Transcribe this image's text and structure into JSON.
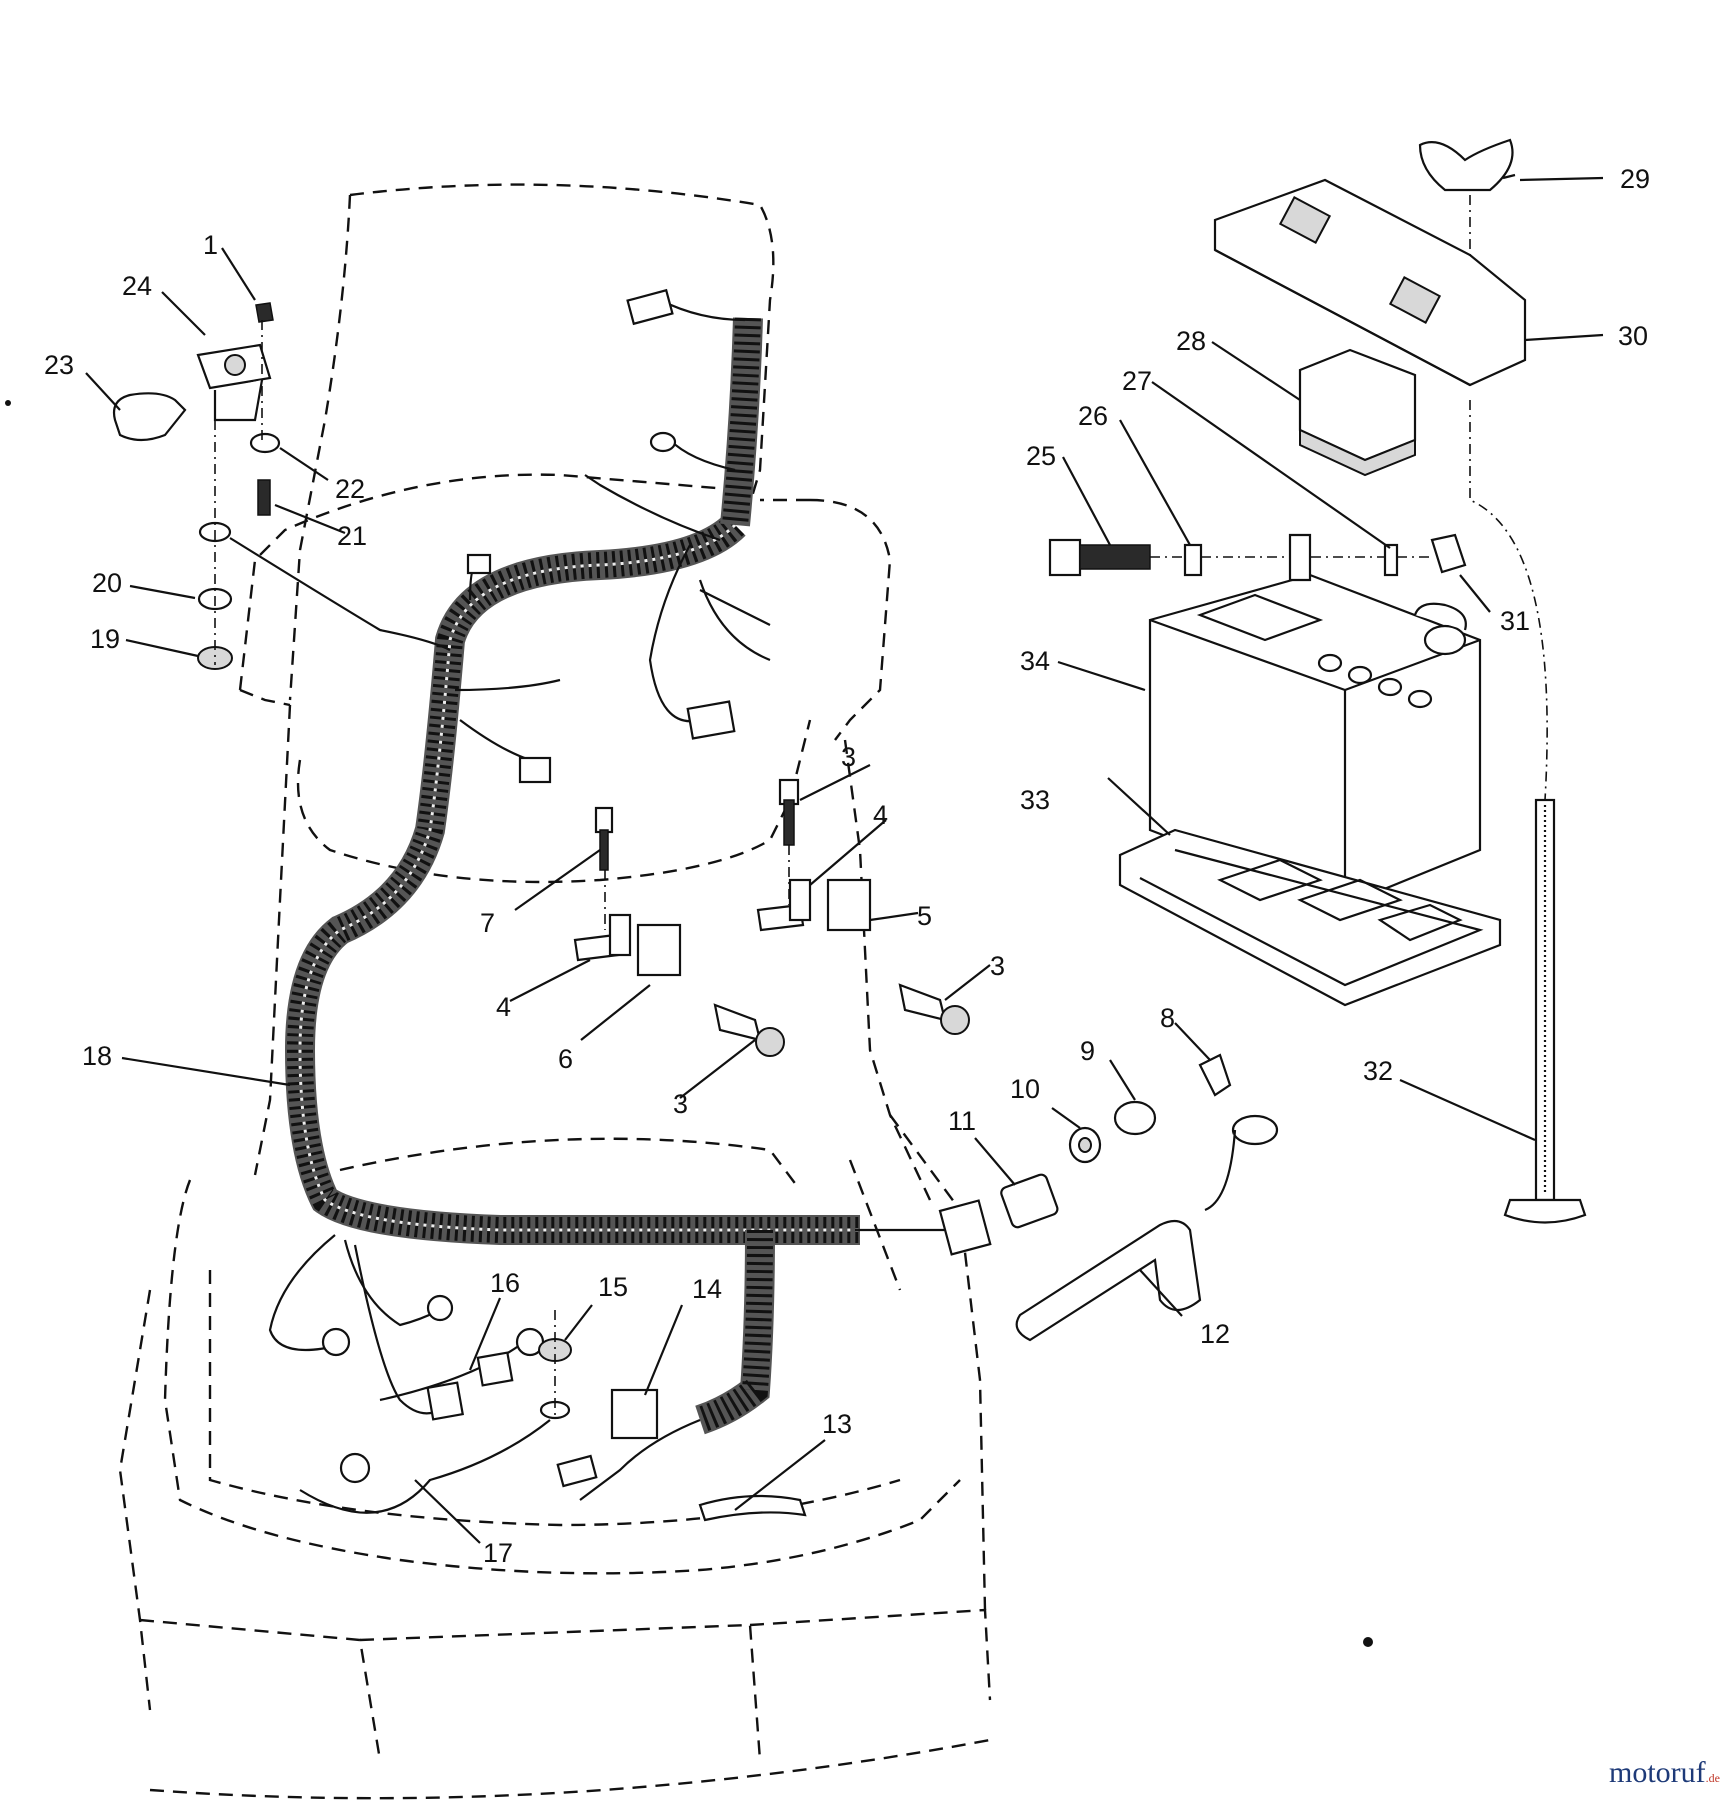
{
  "callouts": [
    {
      "id": "c1",
      "label": "1"
    },
    {
      "id": "c3a",
      "label": "3"
    },
    {
      "id": "c3b",
      "label": "3"
    },
    {
      "id": "c3c",
      "label": "3"
    },
    {
      "id": "c4a",
      "label": "4"
    },
    {
      "id": "c4b",
      "label": "4"
    },
    {
      "id": "c5",
      "label": "5"
    },
    {
      "id": "c6",
      "label": "6"
    },
    {
      "id": "c7",
      "label": "7"
    },
    {
      "id": "c8",
      "label": "8"
    },
    {
      "id": "c9",
      "label": "9"
    },
    {
      "id": "c10",
      "label": "10"
    },
    {
      "id": "c11",
      "label": "11"
    },
    {
      "id": "c12",
      "label": "12"
    },
    {
      "id": "c13",
      "label": "13"
    },
    {
      "id": "c14",
      "label": "14"
    },
    {
      "id": "c15",
      "label": "15"
    },
    {
      "id": "c16",
      "label": "16"
    },
    {
      "id": "c17",
      "label": "17"
    },
    {
      "id": "c18",
      "label": "18"
    },
    {
      "id": "c19",
      "label": "19"
    },
    {
      "id": "c20",
      "label": "20"
    },
    {
      "id": "c21",
      "label": "21"
    },
    {
      "id": "c22",
      "label": "22"
    },
    {
      "id": "c23",
      "label": "23"
    },
    {
      "id": "c24",
      "label": "24"
    },
    {
      "id": "c25",
      "label": "25"
    },
    {
      "id": "c26",
      "label": "26"
    },
    {
      "id": "c27",
      "label": "27"
    },
    {
      "id": "c28",
      "label": "28"
    },
    {
      "id": "c29",
      "label": "29"
    },
    {
      "id": "c30",
      "label": "30"
    },
    {
      "id": "c31",
      "label": "31"
    },
    {
      "id": "c32",
      "label": "32"
    },
    {
      "id": "c33",
      "label": "33"
    },
    {
      "id": "c34",
      "label": "34"
    }
  ],
  "watermark": {
    "name": "motoruf",
    "suffix": ".de"
  }
}
